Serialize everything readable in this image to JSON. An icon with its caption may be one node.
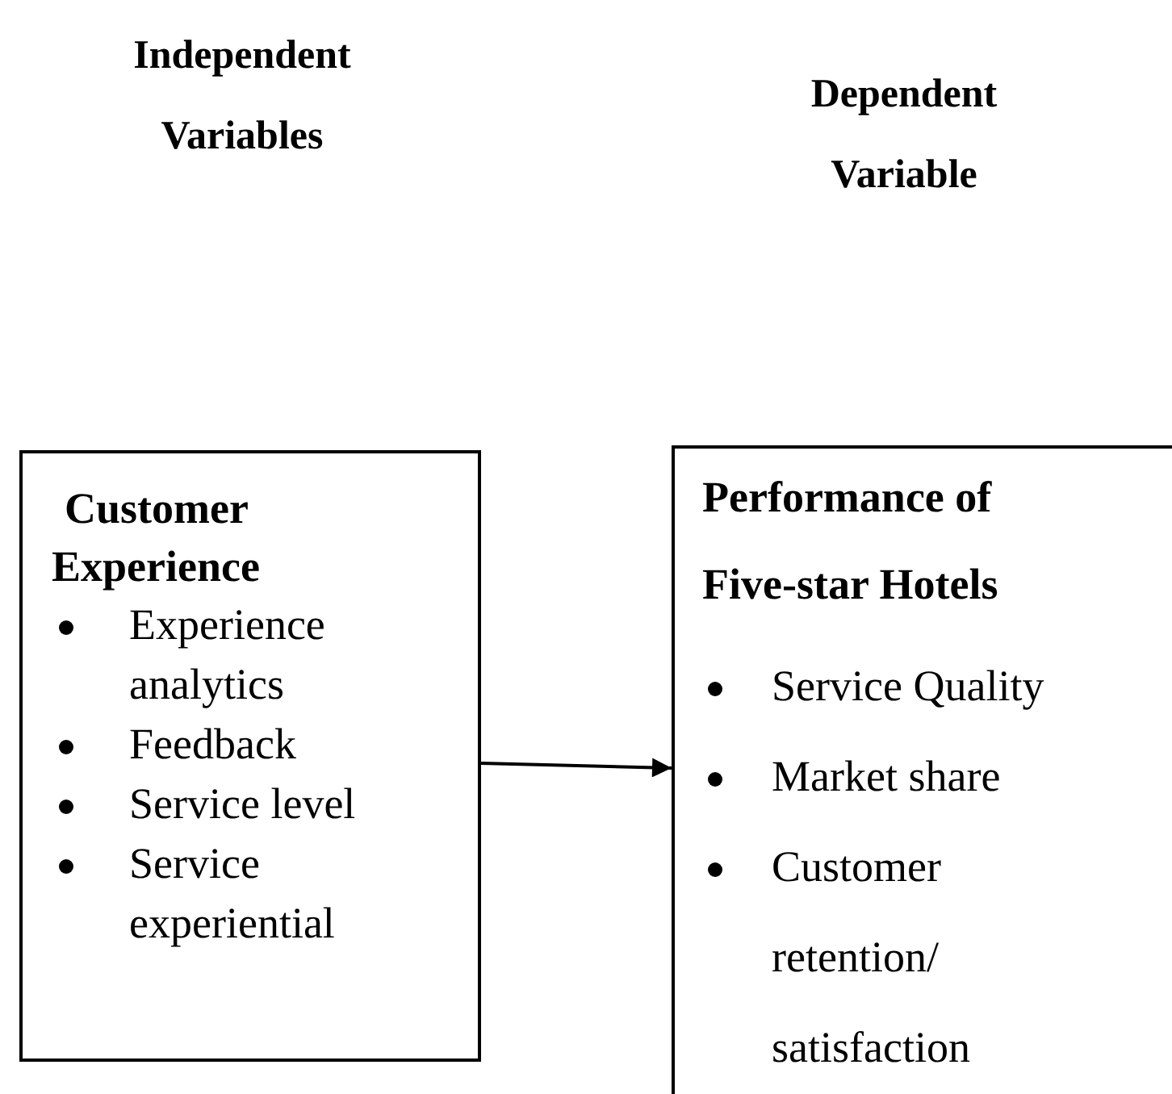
{
  "diagram": {
    "nodes": [
      {
        "text": [
          "Customer Experience",
          "Experience analytics",
          "Feedback",
          "Service level",
          "Service experiential"
        ]
      },
      {
        "text": [
          "Performance of Five-star Hotels",
          "Service Quality",
          "Market share",
          "Customer retention/ satisfaction"
        ]
      }
    ],
    "edges": [
      {
        "from": 0,
        "to": 1,
        "arrow": "to"
      }
    ],
    "labels": [
      "Independent Variables",
      "Dependent Variable"
    ]
  }
}
